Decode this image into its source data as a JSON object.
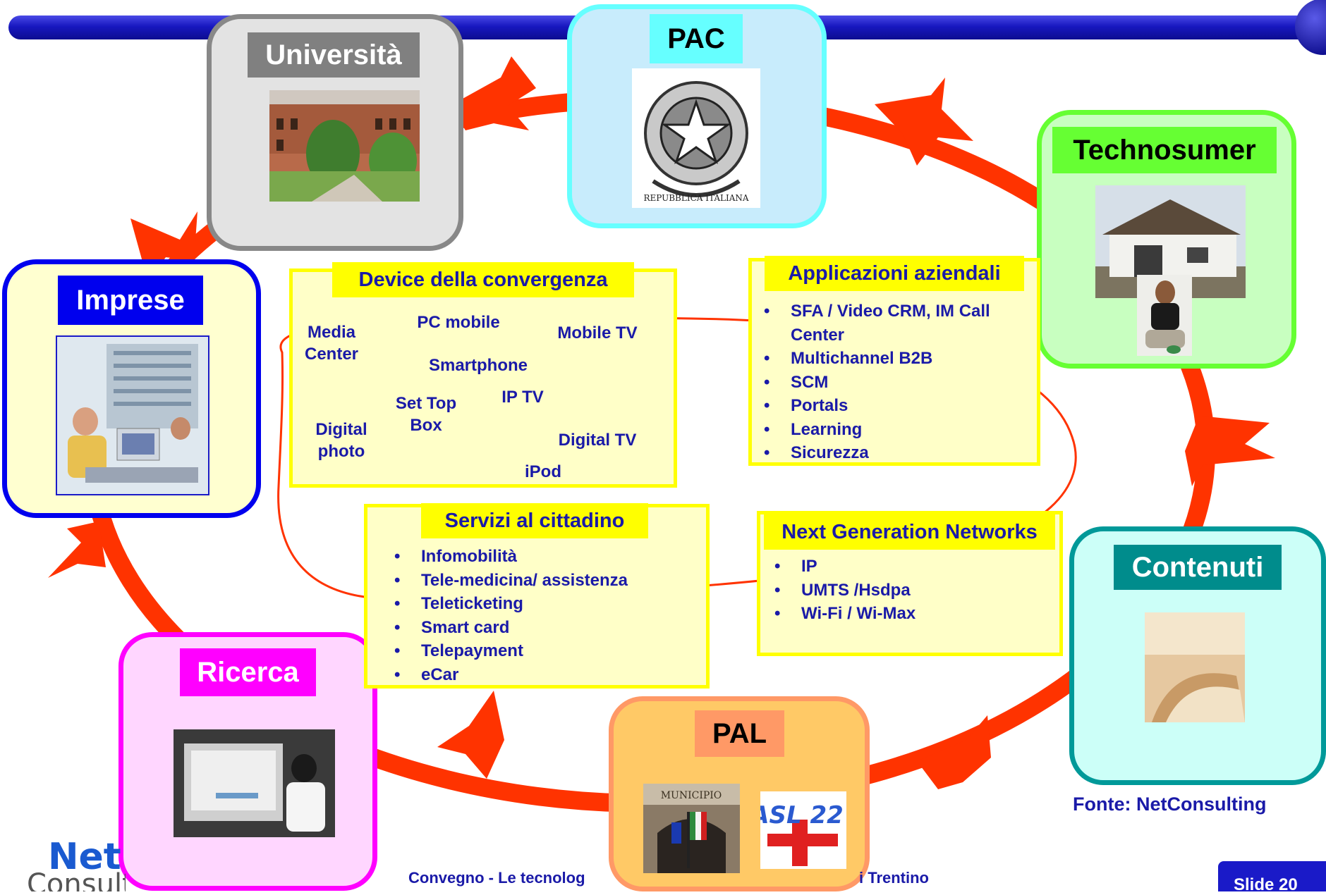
{
  "nodes": {
    "universita": {
      "title": "Università"
    },
    "pac": {
      "title": "PAC"
    },
    "technosumer": {
      "title": "Technosumer"
    },
    "imprese": {
      "title": "Imprese"
    },
    "contenuti": {
      "title": "Contenuti"
    },
    "ricerca": {
      "title": "Ricerca"
    },
    "pal": {
      "title": "PAL"
    }
  },
  "panels": {
    "device": {
      "title": "Device della convergenza",
      "items": [
        "Media\nCenter",
        "PC mobile",
        "Mobile TV",
        "Smartphone",
        "Set Top\nBox",
        "IP TV",
        "Digital\nphoto",
        "Digital TV",
        "iPod"
      ]
    },
    "applicazioni": {
      "title": "Applicazioni aziendali",
      "items": [
        "SFA / Video CRM, IM Call Center",
        "Multichannel B2B",
        "SCM",
        "Portals",
        "Learning",
        "Sicurezza"
      ]
    },
    "servizi": {
      "title": "Servizi al cittadino",
      "items": [
        "Infomobilità",
        "Tele-medicina/ assistenza",
        "Teleticketing",
        "Smart card",
        "Telepayment",
        "eCar"
      ]
    },
    "ngn": {
      "title": "Next Generation Networks",
      "items": [
        "IP",
        "UMTS /Hsdpa",
        "Wi-Fi / Wi-Max"
      ]
    }
  },
  "images": {
    "municipio_sign": "MUNICIPIO",
    "asl_logo": "ASL 22",
    "emblem_text": "REPUBBLICA ITALIANA",
    "netconsulting_logo": "NetConsulting"
  },
  "footer": {
    "source": "Fonte: NetConsulting",
    "convegno_left": "Convegno - Le tecnolog",
    "convegno_right": "i Trentino",
    "slide": "Slide 20"
  },
  "colors": {
    "ring": "#ff3300",
    "title_blue": "#1a1aa8",
    "panel_border": "#ffff00",
    "panel_fill": "#ffffc8",
    "banner": "#1a1ac8"
  }
}
